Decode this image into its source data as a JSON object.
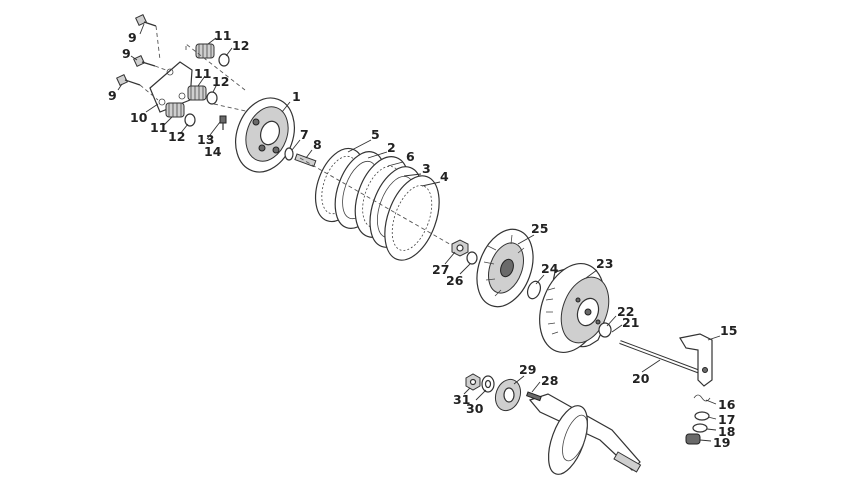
{
  "callouts": {
    "c1": "1",
    "c2": "2",
    "c3": "3",
    "c4": "4",
    "c5": "5",
    "c6": "6",
    "c7": "7",
    "c8": "8",
    "c9a": "9",
    "c9b": "9",
    "c9c": "9",
    "c10": "10",
    "c11a": "11",
    "c11b": "11",
    "c11c": "11",
    "c12a": "12",
    "c12b": "12",
    "c12c": "12",
    "c13": "13",
    "c14": "14",
    "c15": "15",
    "c16": "16",
    "c17": "17",
    "c18": "18",
    "c19": "19",
    "c20": "20",
    "c21": "21",
    "c22": "22",
    "c23": "23",
    "c24": "24",
    "c25": "25",
    "c26": "26",
    "c27": "27",
    "c28": "28",
    "c29": "29",
    "c30": "30",
    "c31": "31"
  }
}
